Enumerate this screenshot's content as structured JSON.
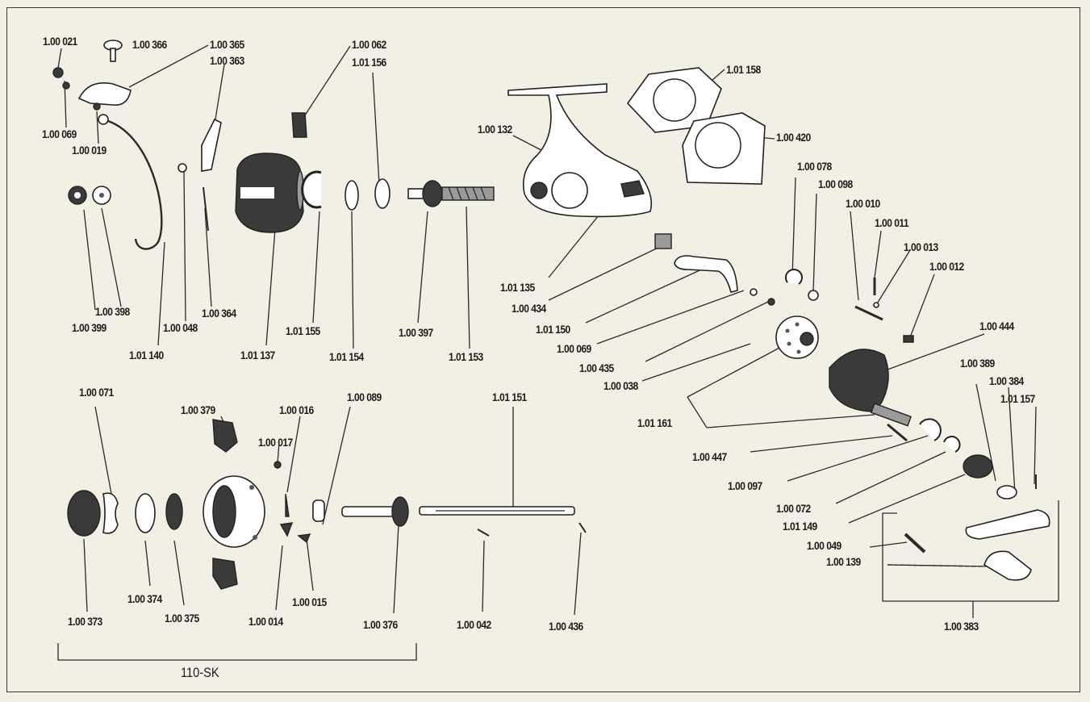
{
  "diagram": {
    "assembly_label": "110-SK",
    "labels": [
      {
        "id": "l1",
        "text": "1.00 021"
      },
      {
        "id": "l2",
        "text": "1.00 366"
      },
      {
        "id": "l3",
        "text": "1.00 365"
      },
      {
        "id": "l4",
        "text": "1.00 363"
      },
      {
        "id": "l5",
        "text": "1.00 062"
      },
      {
        "id": "l6",
        "text": "1.01 156"
      },
      {
        "id": "l7",
        "text": "1.00 069"
      },
      {
        "id": "l8",
        "text": "1.00 019"
      },
      {
        "id": "l9",
        "text": "1.00 398"
      },
      {
        "id": "l10",
        "text": "1.00 399"
      },
      {
        "id": "l11",
        "text": "1.00 048"
      },
      {
        "id": "l12",
        "text": "1.00 364"
      },
      {
        "id": "l13",
        "text": "1.01 140"
      },
      {
        "id": "l14",
        "text": "1.01 137"
      },
      {
        "id": "l15",
        "text": "1.01 155"
      },
      {
        "id": "l16",
        "text": "1.01 154"
      },
      {
        "id": "l17",
        "text": "1.00 397"
      },
      {
        "id": "l18",
        "text": "1.01 153"
      },
      {
        "id": "l19",
        "text": "1.00 132"
      },
      {
        "id": "l20",
        "text": "1.01 158"
      },
      {
        "id": "l21",
        "text": "1.00 420"
      },
      {
        "id": "l22",
        "text": "1.00 078"
      },
      {
        "id": "l23",
        "text": "1.00 098"
      },
      {
        "id": "l24",
        "text": "1.00 010"
      },
      {
        "id": "l25",
        "text": "1.00 011"
      },
      {
        "id": "l26",
        "text": "1.00 013"
      },
      {
        "id": "l27",
        "text": "1.00 012"
      },
      {
        "id": "l28",
        "text": "1.01 135"
      },
      {
        "id": "l29",
        "text": "1.00 434"
      },
      {
        "id": "l30",
        "text": "1.01 150"
      },
      {
        "id": "l31",
        "text": "1.00 069"
      },
      {
        "id": "l32",
        "text": "1.00 435"
      },
      {
        "id": "l33",
        "text": "1.00 038"
      },
      {
        "id": "l34",
        "text": "1.01 161"
      },
      {
        "id": "l35",
        "text": "1.00 444"
      },
      {
        "id": "l36",
        "text": "1.00 389"
      },
      {
        "id": "l37",
        "text": "1.00 384"
      },
      {
        "id": "l38",
        "text": "1.01 157"
      },
      {
        "id": "l39",
        "text": "1.00 447"
      },
      {
        "id": "l40",
        "text": "1.00 097"
      },
      {
        "id": "l41",
        "text": "1.00 072"
      },
      {
        "id": "l42",
        "text": "1.01 149"
      },
      {
        "id": "l43",
        "text": "1.00 049"
      },
      {
        "id": "l44",
        "text": "1.00 139"
      },
      {
        "id": "l45",
        "text": "1.00 383"
      },
      {
        "id": "l46",
        "text": "1.00 071"
      },
      {
        "id": "l47",
        "text": "1.00 379"
      },
      {
        "id": "l48",
        "text": "1.00 016"
      },
      {
        "id": "l49",
        "text": "1.00 089"
      },
      {
        "id": "l50",
        "text": "1.00 017"
      },
      {
        "id": "l51",
        "text": "1.01 151"
      },
      {
        "id": "l52",
        "text": "1.00 373"
      },
      {
        "id": "l53",
        "text": "1.00 374"
      },
      {
        "id": "l54",
        "text": "1.00 375"
      },
      {
        "id": "l55",
        "text": "1.00 014"
      },
      {
        "id": "l56",
        "text": "1.00 015"
      },
      {
        "id": "l57",
        "text": "1.00 376"
      },
      {
        "id": "l58",
        "text": "1.00 042"
      },
      {
        "id": "l59",
        "text": "1.00 436"
      }
    ]
  }
}
